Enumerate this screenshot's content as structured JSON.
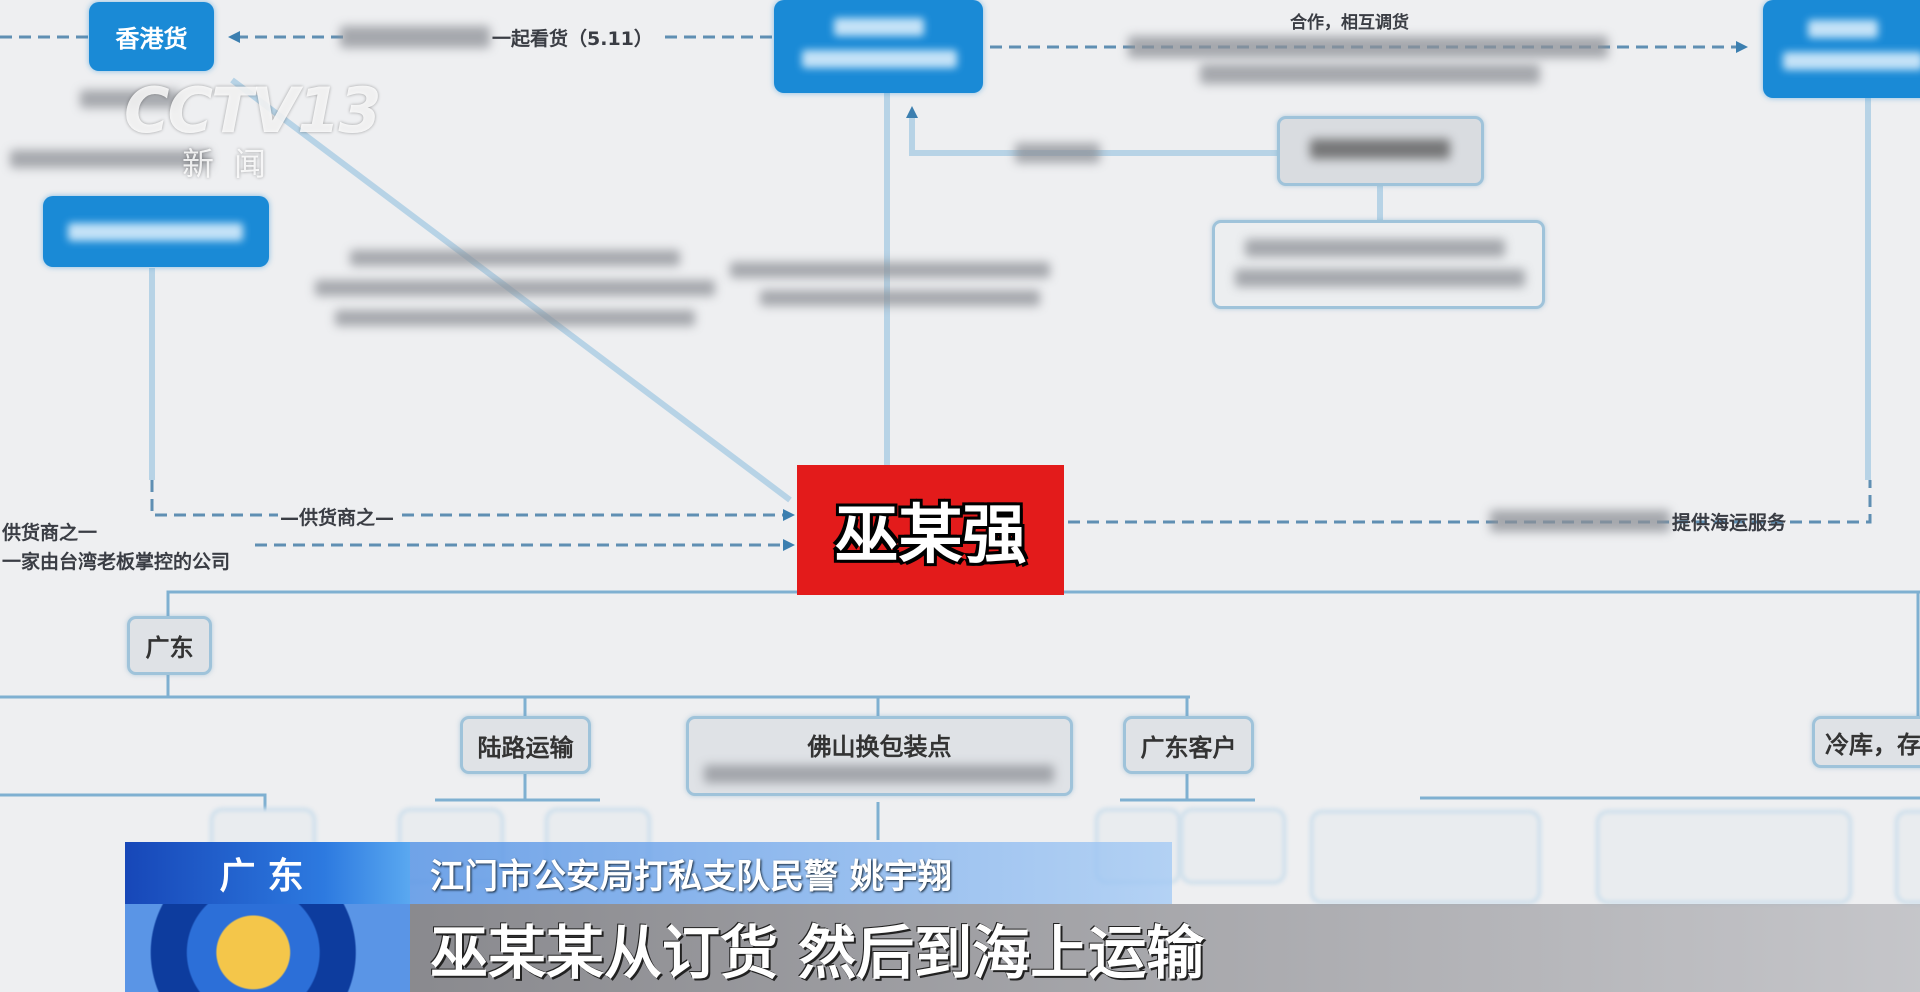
{
  "logo": {
    "channel": "CCTV13",
    "label": "新闻"
  },
  "diagram": {
    "nodes": {
      "hk_goods": "香港货",
      "center": "巫某强",
      "guangdong": "广东",
      "land_transport": "陆路运输",
      "foshan_repack": "佛山换包装点",
      "guangdong_customers": "广东客户",
      "cold_storage": "冷库，存"
    },
    "edges": {
      "view_goods": "一起看货（5.11）",
      "cooperate": "合作，相互调货",
      "supplier_one": "—供货商之—",
      "supplier_one_left": "供货商之一",
      "taiwan_company": "一家由台湾老板掌控的公司",
      "shipping_service": "提供海运服务"
    }
  },
  "lower_third": {
    "location": "广东",
    "speaker": "江门市公安局打私支队民警 姚宇翔",
    "subtitle": "巫某某从订货 然后到海上运输"
  },
  "colors": {
    "accent_blue": "#1a8ad6",
    "highlight_red": "#e31b1b",
    "background": "#eeeff1"
  }
}
